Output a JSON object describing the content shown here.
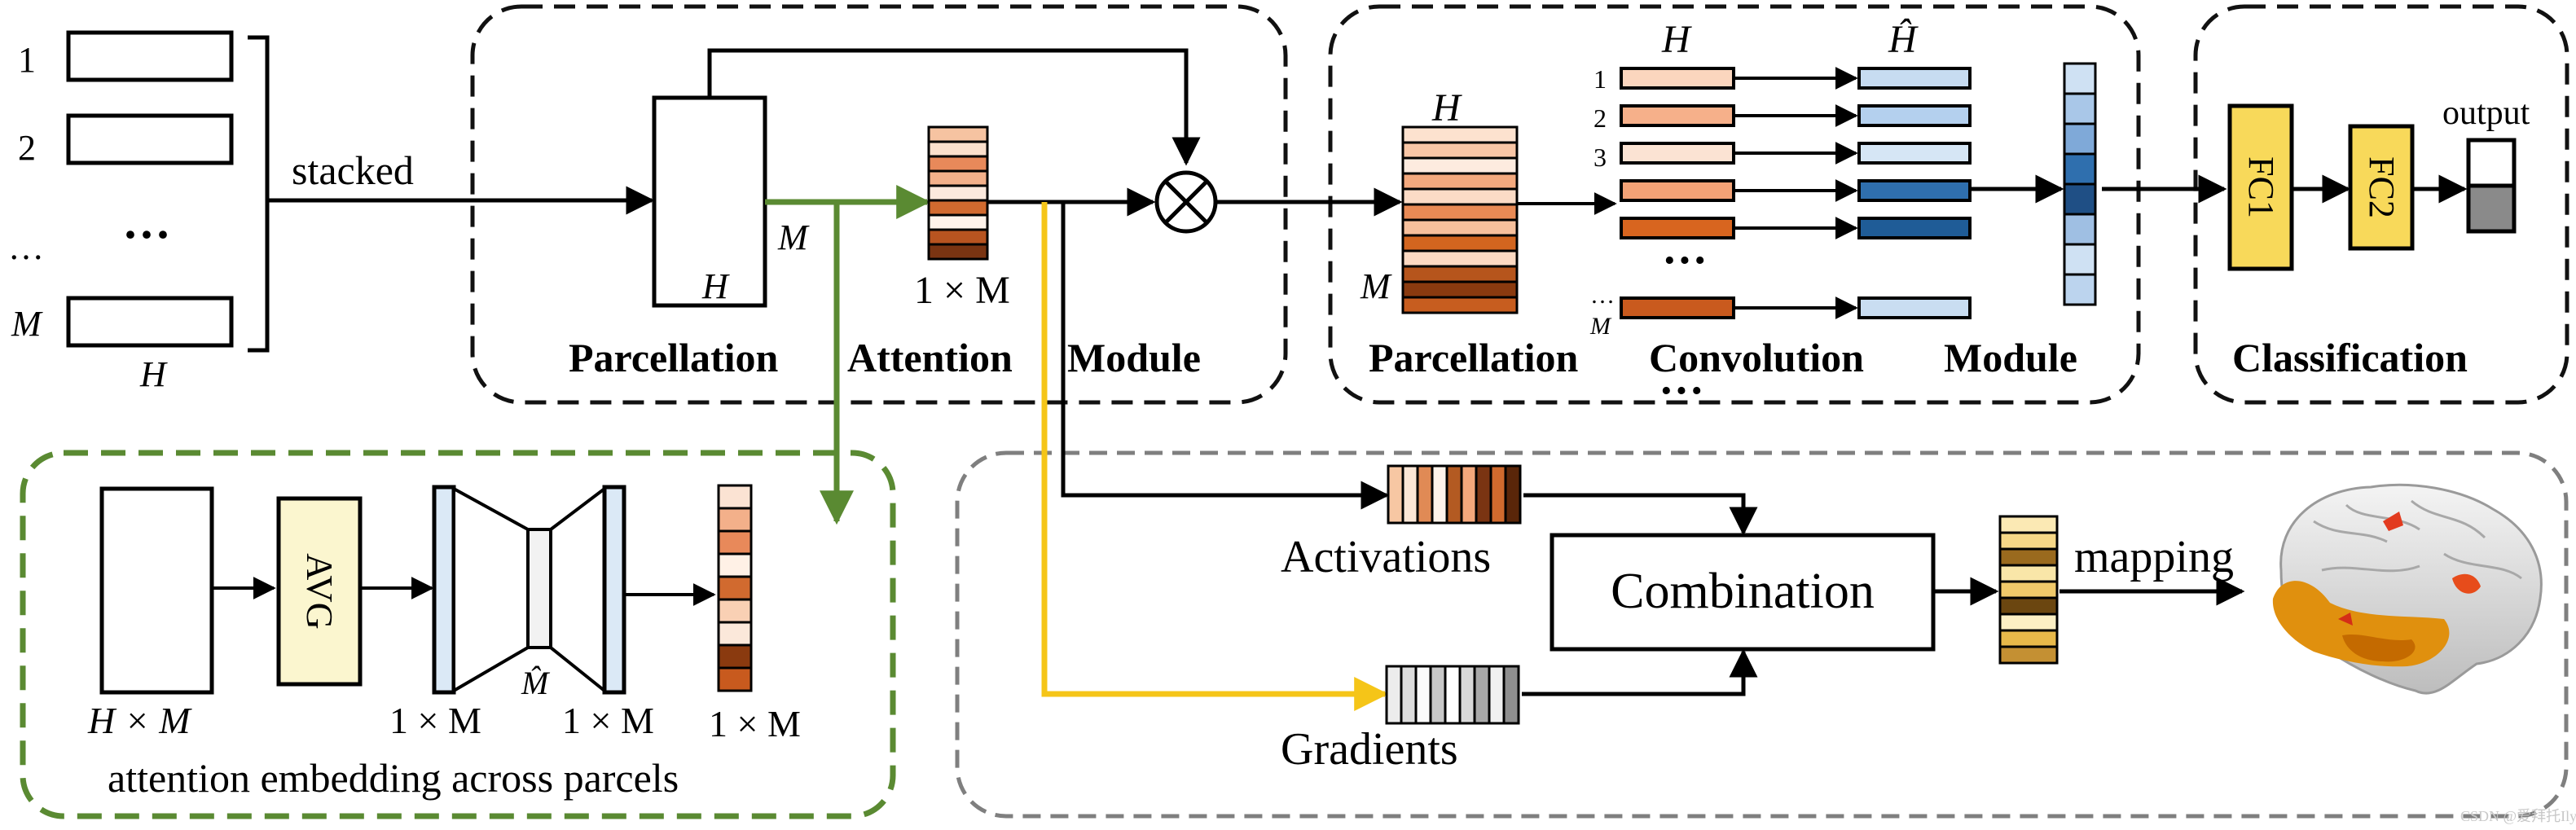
{
  "input": {
    "row_labels": [
      "1",
      "2",
      "…",
      "M"
    ],
    "dots": "···",
    "h_label": "H",
    "stacked_label": "stacked"
  },
  "pam": {
    "title_part1": "Parcellation",
    "title_part2": "Attention",
    "title_part3": "Module",
    "h_label": "H",
    "m_label": "M",
    "attn_label": "1 × M"
  },
  "pcm": {
    "title_part1": "Parcellation",
    "title_part2": "Convolution",
    "title_part3": "Module",
    "h_label": "H",
    "m_label": "M",
    "hprime_label": "Ĥ",
    "row_numbers": [
      "1",
      "2",
      "3"
    ],
    "dots": "···",
    "bottom_dots": "···",
    "m_small": "M"
  },
  "classification": {
    "title": "Classification",
    "fc1": "FC1",
    "fc2": "FC2",
    "output": "output"
  },
  "embedding": {
    "avg": "AVG",
    "mhat": "M̂",
    "label_hxm": "H × M",
    "label_1xm_a": "1 × M",
    "label_1xm_b": "1 × M",
    "label_1xm_c": "1 × M",
    "caption": "attention embedding across parcels"
  },
  "interpretation": {
    "activations": "Activations",
    "gradients": "Gradients",
    "combination": "Combination",
    "mapping": "mapping"
  },
  "watermark": "CSDN @爱拜托Ily",
  "colors": {
    "green_arrow": "#5a8a32",
    "yellow_arrow": "#f5c518",
    "fc_fill": "#f8d95a",
    "avg_fill": "#fbf6cf",
    "light_blue": "#dbe9f6"
  }
}
